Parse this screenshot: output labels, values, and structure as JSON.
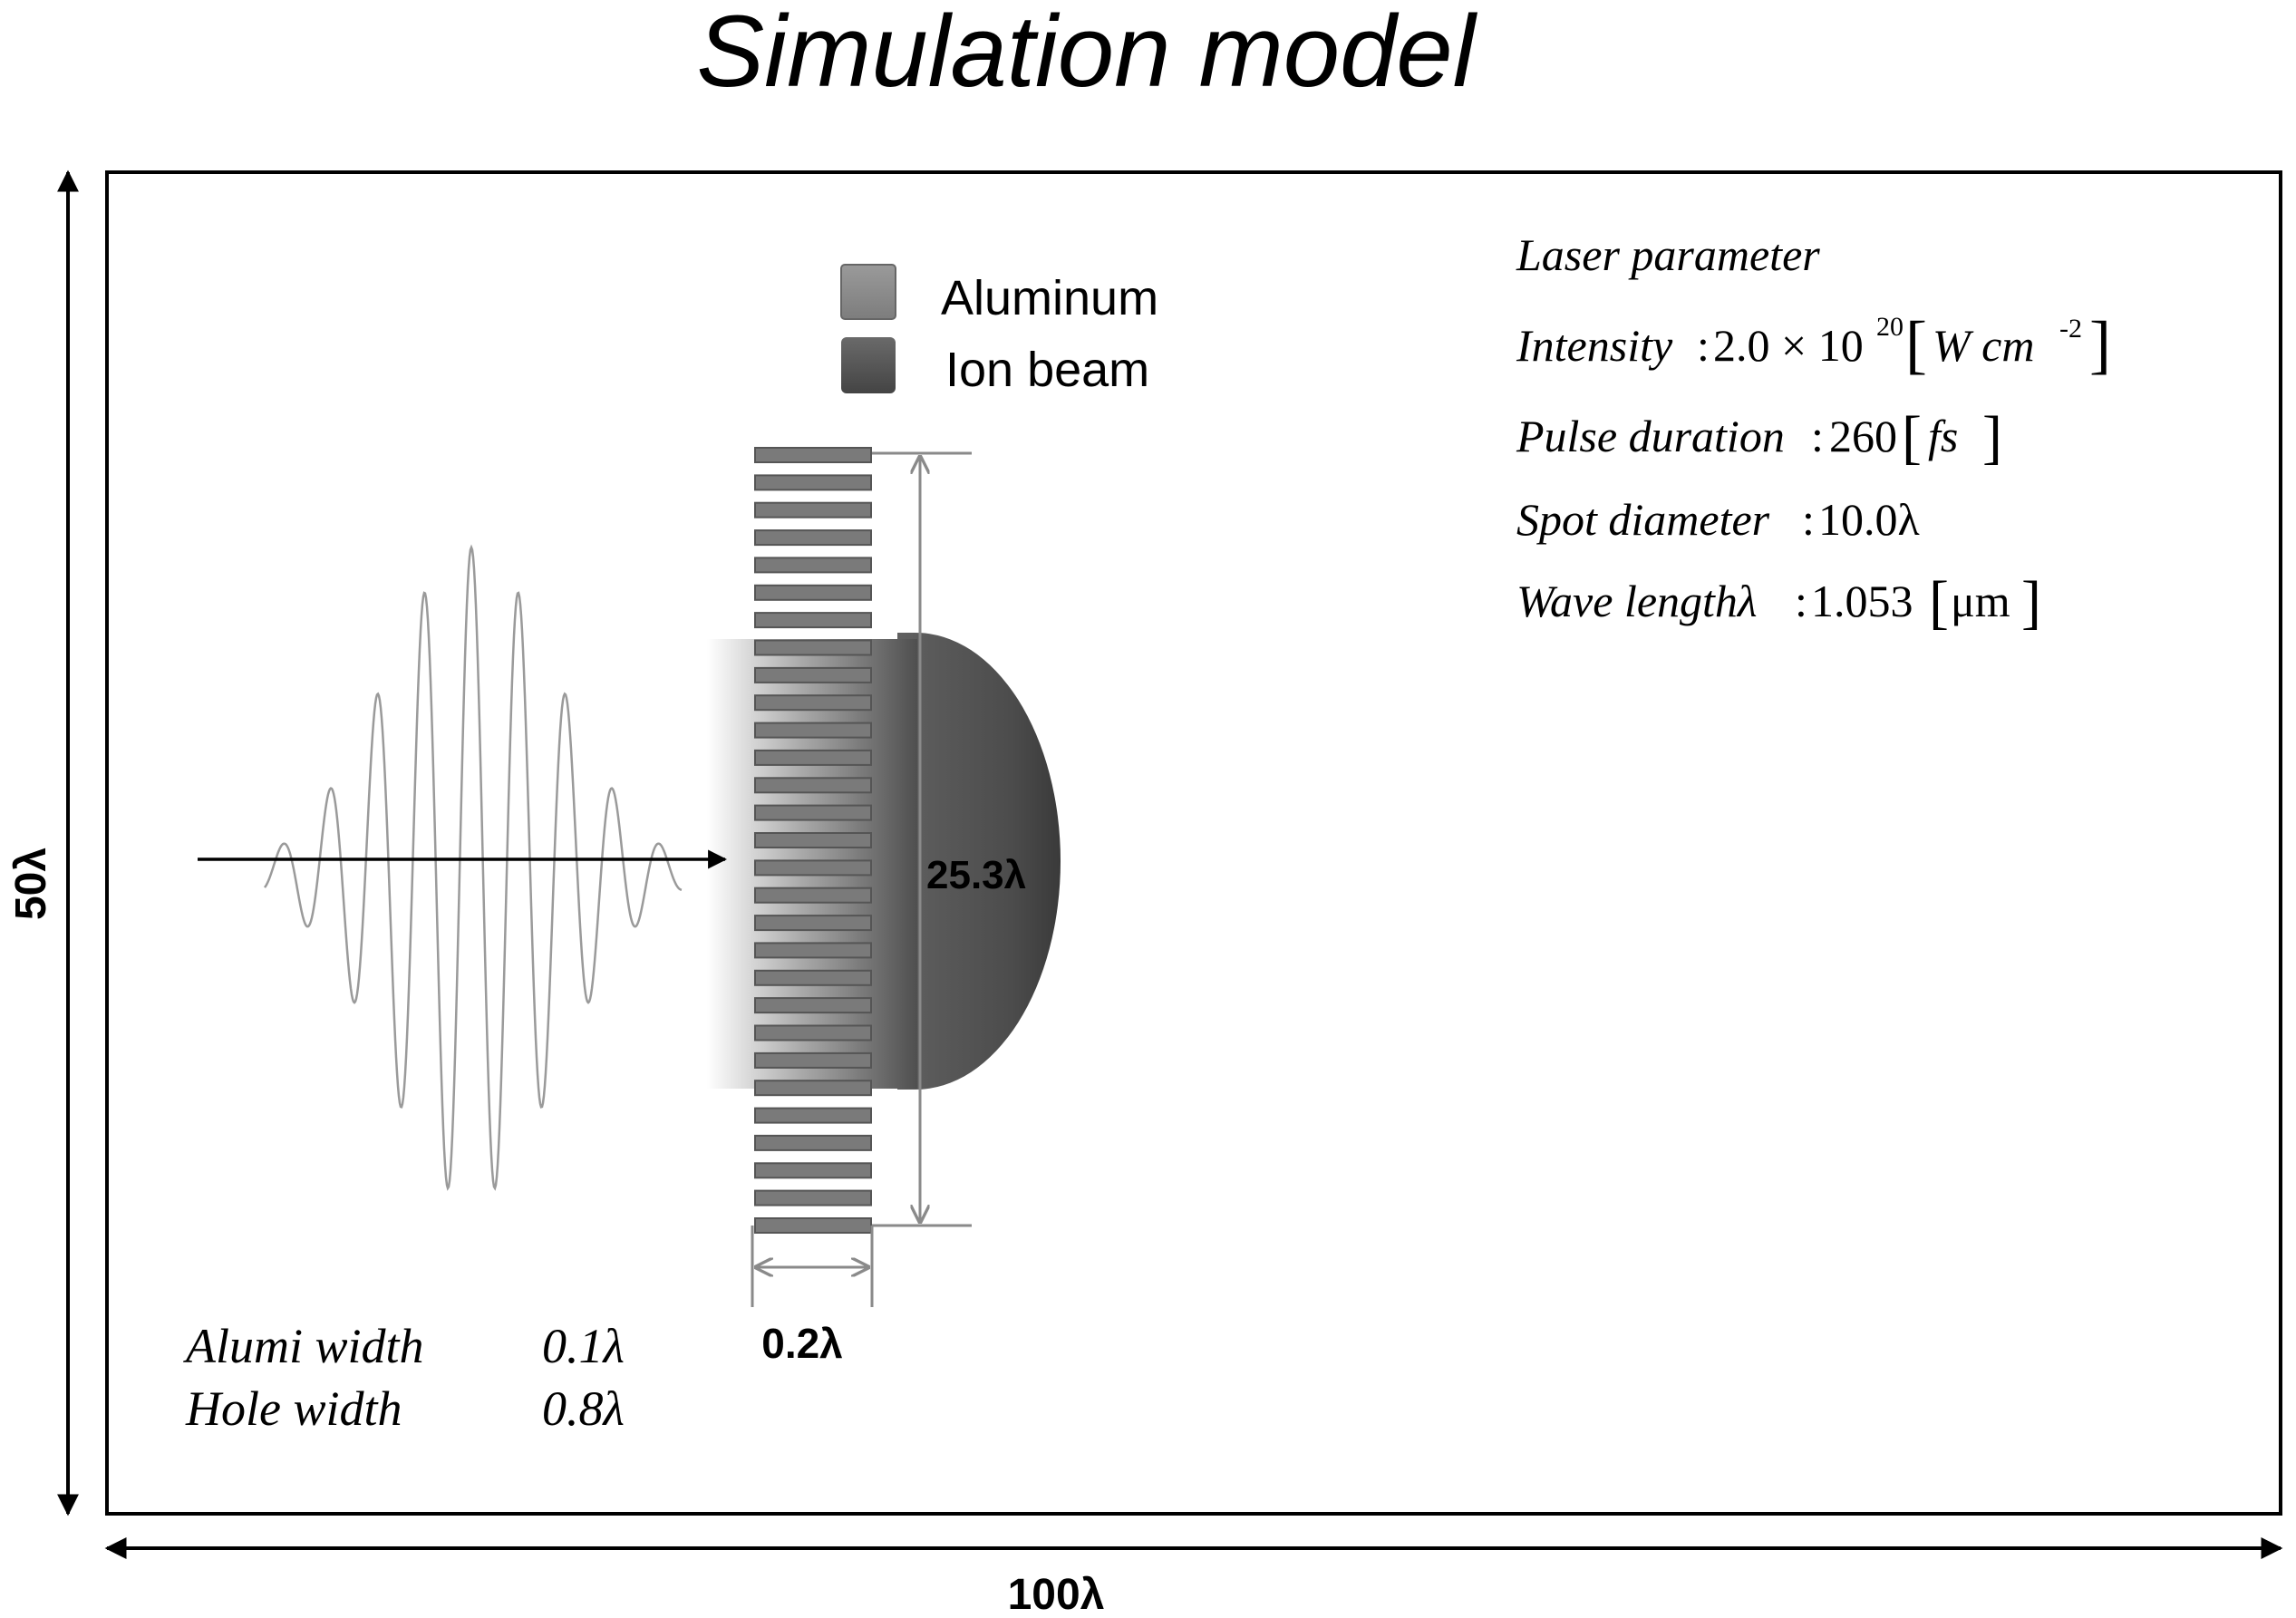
{
  "title": "Simulation model",
  "dimensions": {
    "height_label": "50λ",
    "width_label": "100λ",
    "beam_label": "25.3λ",
    "thickness_label": "0.2λ"
  },
  "legend": [
    {
      "label": "Aluminum",
      "color": "#8c8c8c"
    },
    {
      "label": "Ion beam",
      "color": "#4f4f4f"
    }
  ],
  "laser": {
    "heading": "Laser parameter",
    "params": [
      {
        "name": "Intensity",
        "value": "2.0 × 10",
        "sup": "20",
        "unit": "W cm",
        "unit_sup": "-2"
      },
      {
        "name": "Pulse duration",
        "value": "260",
        "unit": "fs"
      },
      {
        "name": "Spot diameter",
        "value": "10.0λ"
      },
      {
        "name": "Wave lengthλ",
        "value": "1.053",
        "unit": "μm"
      }
    ]
  },
  "target": {
    "alumi_width_label": "Alumi width",
    "alumi_width_value": "0.1λ",
    "hole_width_label": "Hole width",
    "hole_width_value": "0.8λ"
  },
  "colors": {
    "border": "#000000",
    "aluminum": "#8c8c8c",
    "ion_beam": "#4f4f4f",
    "dim_line": "#8a8a8a",
    "wave": "#9a9a9a"
  }
}
